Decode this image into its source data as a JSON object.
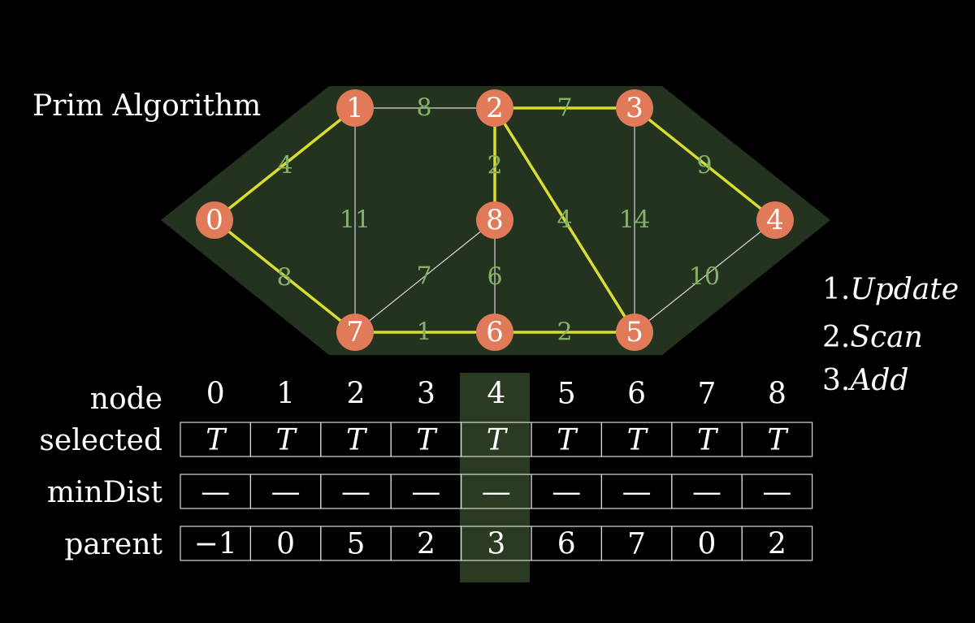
{
  "title": "Prim Algorithm",
  "colors": {
    "background": "#000000",
    "panel": "#243320",
    "node": "#e07a58",
    "mst_edge": "#d8dd2e",
    "edge": "#d9d9d9",
    "weight": "#86b06a",
    "highlight": "#2a3a23",
    "text": "#ffffff"
  },
  "graph": {
    "nodes": [
      {
        "id": "0",
        "label": "0"
      },
      {
        "id": "1",
        "label": "1"
      },
      {
        "id": "2",
        "label": "2"
      },
      {
        "id": "3",
        "label": "3"
      },
      {
        "id": "4",
        "label": "4"
      },
      {
        "id": "5",
        "label": "5"
      },
      {
        "id": "6",
        "label": "6"
      },
      {
        "id": "7",
        "label": "7"
      },
      {
        "id": "8",
        "label": "8"
      }
    ],
    "edges": [
      {
        "from": "0",
        "to": "1",
        "weight": "4",
        "mst": true
      },
      {
        "from": "0",
        "to": "7",
        "weight": "8",
        "mst": true
      },
      {
        "from": "1",
        "to": "2",
        "weight": "8",
        "mst": false
      },
      {
        "from": "1",
        "to": "7",
        "weight": "11",
        "mst": false
      },
      {
        "from": "2",
        "to": "3",
        "weight": "7",
        "mst": true
      },
      {
        "from": "2",
        "to": "8",
        "weight": "2",
        "mst": true
      },
      {
        "from": "2",
        "to": "5",
        "weight": "4",
        "mst": true
      },
      {
        "from": "3",
        "to": "4",
        "weight": "9",
        "mst": true
      },
      {
        "from": "3",
        "to": "5",
        "weight": "14",
        "mst": false
      },
      {
        "from": "4",
        "to": "5",
        "weight": "10",
        "mst": false
      },
      {
        "from": "7",
        "to": "8",
        "weight": "7",
        "mst": false
      },
      {
        "from": "8",
        "to": "6",
        "weight": "6",
        "mst": false
      },
      {
        "from": "7",
        "to": "6",
        "weight": "1",
        "mst": true
      },
      {
        "from": "6",
        "to": "5",
        "weight": "2",
        "mst": true
      }
    ]
  },
  "table": {
    "highlight_column": 4,
    "header_label": "node",
    "nodes": [
      "0",
      "1",
      "2",
      "3",
      "4",
      "5",
      "6",
      "7",
      "8"
    ],
    "rows": [
      {
        "label": "selected",
        "italic": true,
        "values": [
          "T",
          "T",
          "T",
          "T",
          "T",
          "T",
          "T",
          "T",
          "T"
        ]
      },
      {
        "label": "minDist",
        "italic": false,
        "values": [
          "—",
          "—",
          "—",
          "—",
          "—",
          "—",
          "—",
          "—",
          "—"
        ]
      },
      {
        "label": "parent",
        "italic": false,
        "values": [
          "−1",
          "0",
          "5",
          "2",
          "3",
          "6",
          "7",
          "0",
          "2"
        ]
      }
    ]
  },
  "steps": [
    {
      "num": "1.",
      "word": "Update"
    },
    {
      "num": "2.",
      "word": "Scan"
    },
    {
      "num": "3.",
      "word": "Add"
    }
  ]
}
